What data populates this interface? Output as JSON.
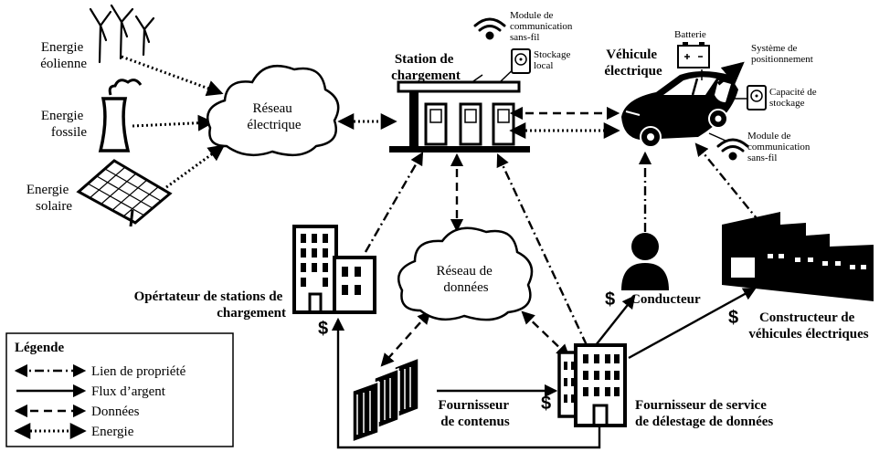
{
  "nodes": {
    "wind": {
      "label_line1": "Energie",
      "label_line2": "éolienne"
    },
    "fossil": {
      "label_line1": "Energie",
      "label_line2": "fossile"
    },
    "solar": {
      "label_line1": "Energie",
      "label_line2": "solaire"
    },
    "grid": {
      "label_line1": "Réseau",
      "label_line2": "électrique"
    },
    "station": {
      "label_line1": "Station de",
      "label_line2": "chargement",
      "comm_line1": "Module de",
      "comm_line2": "communication",
      "comm_line3": "sans-fil",
      "storage_line1": "Stockage",
      "storage_line2": "local"
    },
    "vehicle": {
      "label_line1": "Véhicule",
      "label_line2": "électrique",
      "battery": "Batterie",
      "gps_line1": "Système de",
      "gps_line2": "positionnement",
      "capacity_line1": "Capacité de",
      "capacity_line2": "stockage",
      "comm_line1": "Module de",
      "comm_line2": "communication",
      "comm_line3": "sans-fil"
    },
    "data_network": {
      "label_line1": "Réseau de",
      "label_line2": "données"
    },
    "operator": {
      "label_line1": "Opértateur de stations de",
      "label_line2": "chargement"
    },
    "driver": {
      "label": "Conducteur"
    },
    "manufacturer": {
      "label_line1": "Constructeur de",
      "label_line2": "véhicules électriques"
    },
    "content_provider": {
      "label_line1": "Fournisseur",
      "label_line2": "de contenus"
    },
    "offload_provider": {
      "label_line1": "Fournisseur de service",
      "label_line2": "de délestage de données"
    }
  },
  "money_symbol": "$",
  "legend": {
    "title": "Légende",
    "items": [
      {
        "style": "ownership",
        "label": "Lien de propriété"
      },
      {
        "style": "money",
        "label": "Flux d’argent"
      },
      {
        "style": "data",
        "label": "Données"
      },
      {
        "style": "energy",
        "label": "Energie"
      }
    ]
  },
  "edges": [
    {
      "from": "wind",
      "to": "grid",
      "style": "energy"
    },
    {
      "from": "fossil",
      "to": "grid",
      "style": "energy"
    },
    {
      "from": "solar",
      "to": "grid",
      "style": "energy"
    },
    {
      "from": "grid",
      "to": "station",
      "style": "energy"
    },
    {
      "from": "station",
      "to": "vehicle",
      "style": "energy"
    },
    {
      "from": "station",
      "to": "vehicle",
      "style": "data"
    },
    {
      "from": "station",
      "to": "data_network",
      "style": "data"
    },
    {
      "from": "data_network",
      "to": "content_provider",
      "style": "data"
    },
    {
      "from": "data_network",
      "to": "offload_provider",
      "style": "data"
    },
    {
      "from": "operator",
      "to": "station",
      "style": "ownership"
    },
    {
      "from": "offload_provider",
      "to": "station",
      "style": "ownership"
    },
    {
      "from": "driver",
      "to": "vehicle",
      "style": "ownership"
    },
    {
      "from": "manufacturer",
      "to": "vehicle",
      "style": "ownership"
    },
    {
      "from": "content_provider",
      "to": "offload_provider",
      "style": "money"
    },
    {
      "from": "offload_provider",
      "to": "driver",
      "style": "money"
    },
    {
      "from": "offload_provider",
      "to": "manufacturer",
      "style": "money"
    },
    {
      "from": "offload_provider",
      "to": "operator",
      "style": "money"
    }
  ]
}
